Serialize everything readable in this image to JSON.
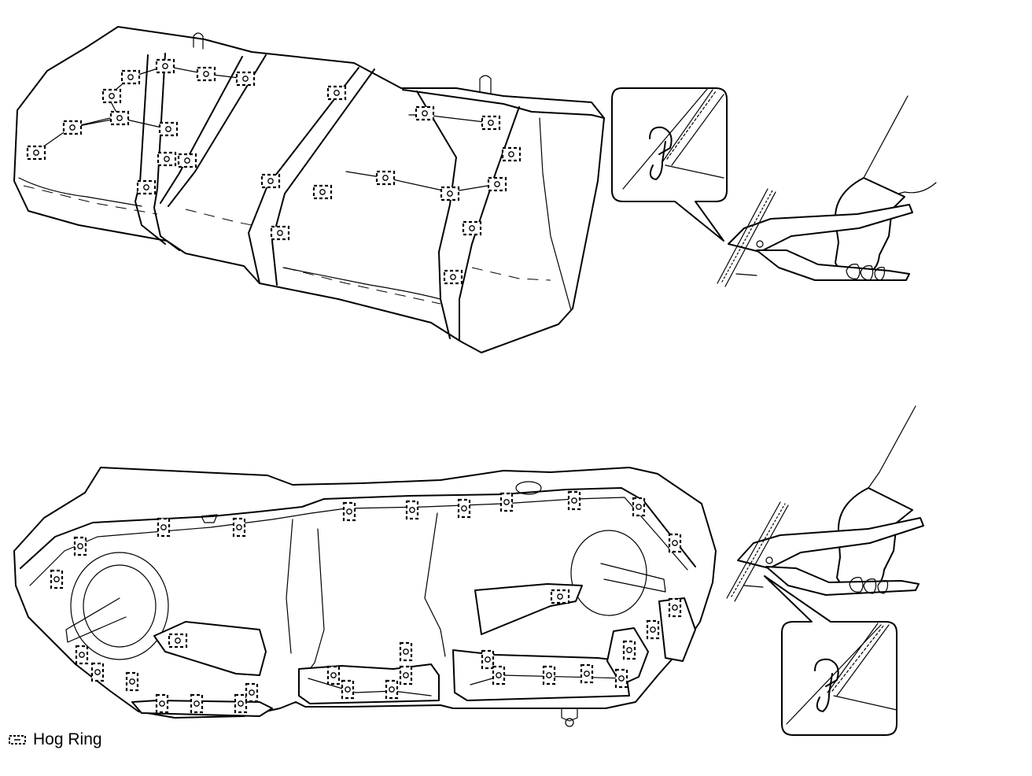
{
  "legend": {
    "symbol_name": "hog-ring-symbol",
    "label": "Hog Ring"
  },
  "colors": {
    "line": "#000000",
    "background": "#ffffff"
  },
  "groups": {
    "top": "top-seat-cushion",
    "bottom": "bottom-seat-cushion"
  }
}
